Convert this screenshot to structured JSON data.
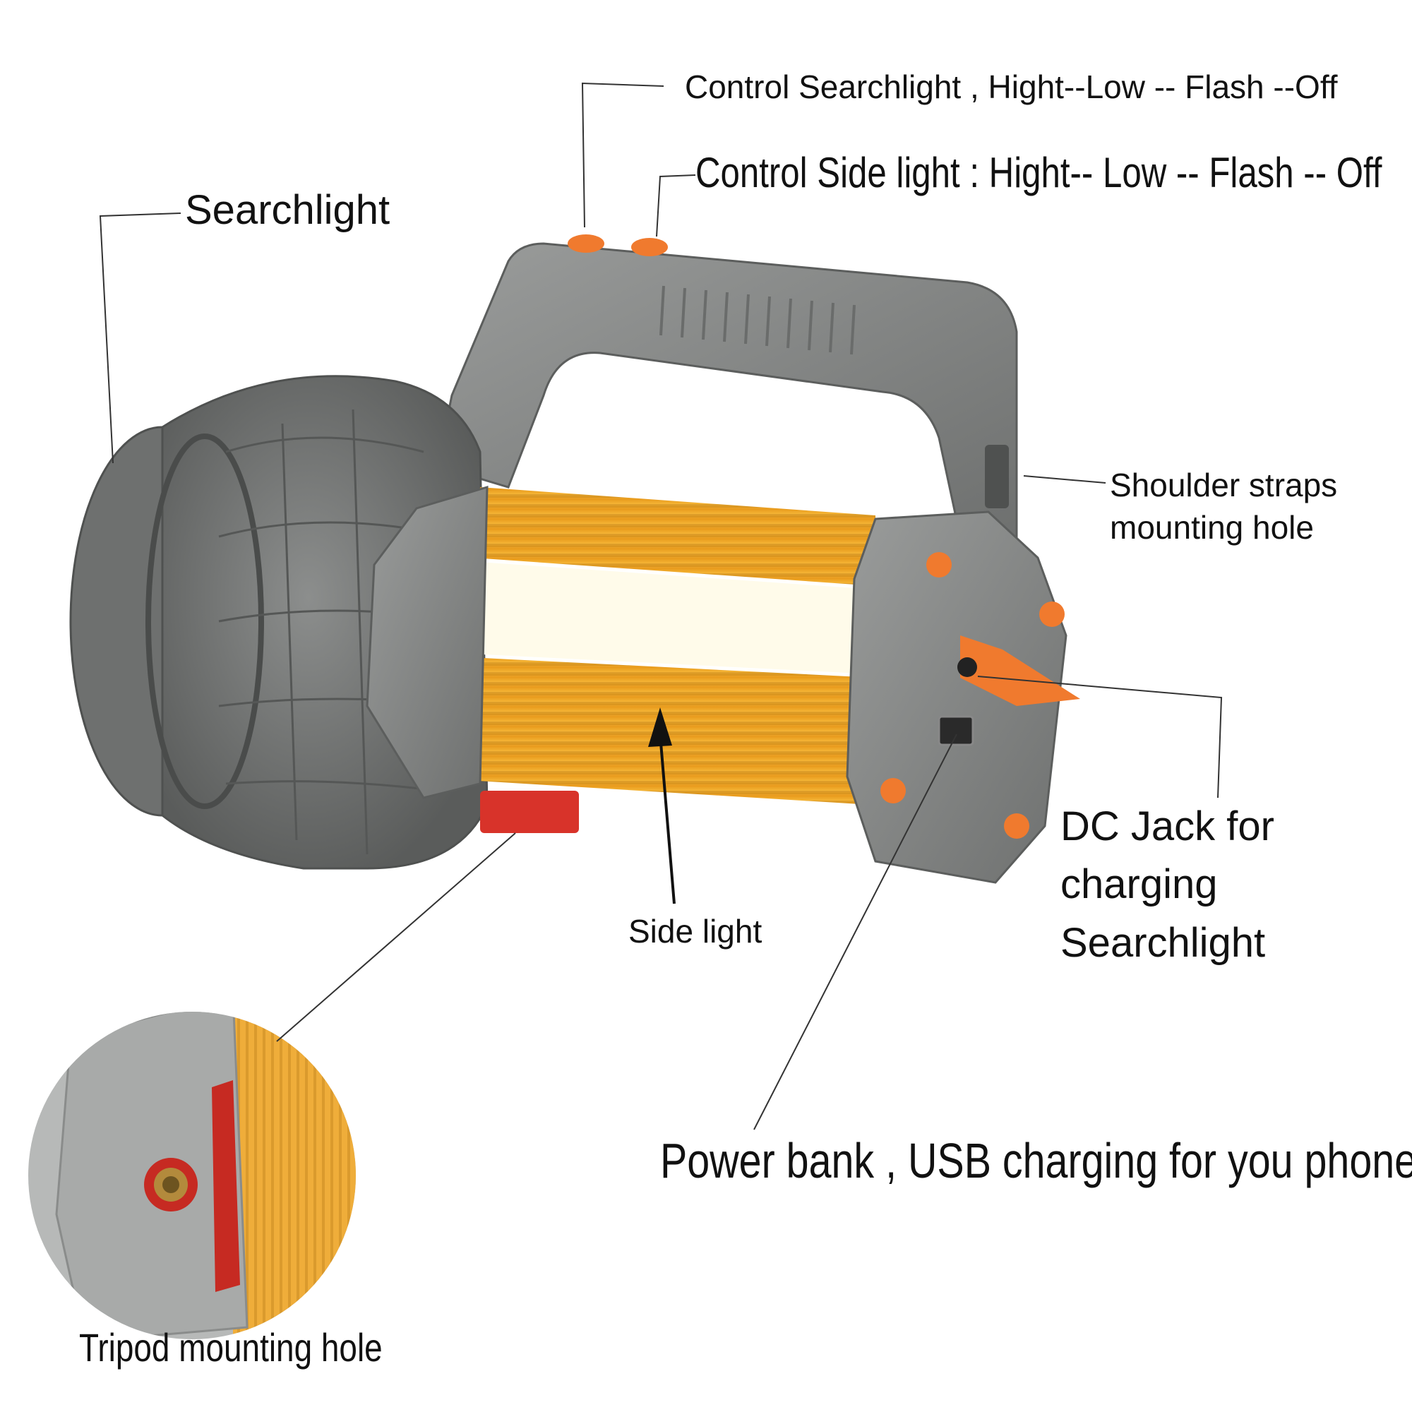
{
  "labels": {
    "searchlight_control": "Control Searchlight , Hight--Low -- Flash --Off",
    "sidelight_control": "Control Side light : Hight-- Low -- Flash -- Off",
    "searchlight": "Searchlight",
    "shoulder_strap_line1": "Shoulder straps",
    "shoulder_strap_line2": "mounting hole",
    "dc_jack_line1": "DC Jack for",
    "dc_jack_line2": "charging Searchlight",
    "side_light": "Side light",
    "usb_power_bank": "Power bank , USB charging for you phone",
    "tripod_hole": "Tripod mounting hole"
  },
  "colors": {
    "body_gray": "#7d7f7e",
    "body_gray_light": "#a3a5a4",
    "body_gray_dark": "#5c5e5d",
    "gold": "#f0a826",
    "gold_dark": "#c98512",
    "button_orange": "#f07a2e",
    "accent_red": "#d8332a",
    "led_white": "#fffbea",
    "leader_line": "#333333"
  }
}
